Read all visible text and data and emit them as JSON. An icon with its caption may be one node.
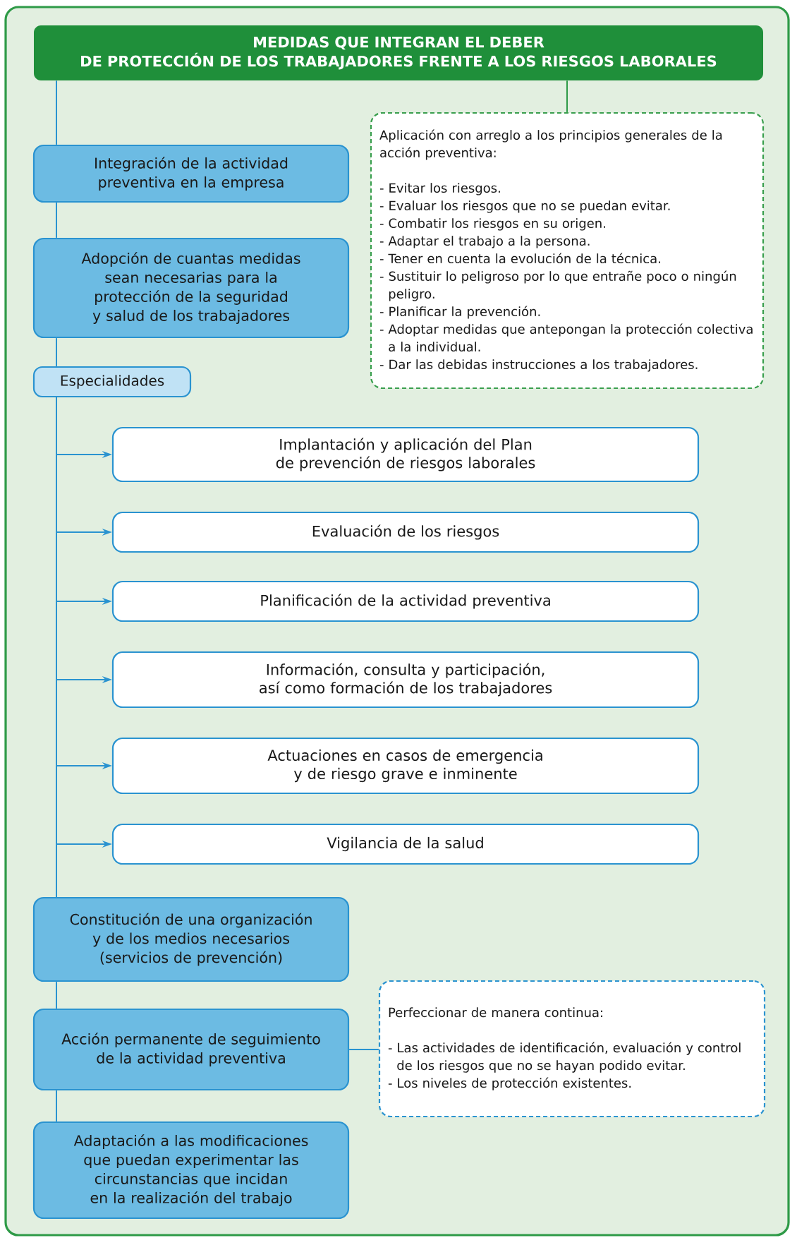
{
  "diagram": {
    "nodes": [
      {
        "text": [
          "MEDIDAS QUE INTEGRAN EL DEBER DE PROTECCIÓN DE LOS TRABAJADORES FRENTE A LOS RIESGOS LABORALES"
        ]
      },
      {
        "text": [
          "Integración de la actividad preventiva en la empresa"
        ]
      },
      {
        "text": [
          "Aplicación con arreglo a los principios generales de la acción preventiva:",
          "- Evitar los riesgos.",
          "- Evaluar los riesgos que no se puedan evitar.",
          "- Combatir los riesgos en su origen.",
          "- Adaptar el trabajo a la persona.",
          "- Tener en cuenta la evolución de la técnica.",
          "- Sustituir lo peligroso por lo que entrañe poco o ningún peligro.",
          "- Planificar la prevención.",
          "- Adoptar medidas que antepongan la protección colectiva a la individual.",
          "- Dar las debidas instrucciones a los trabajadores."
        ]
      },
      {
        "text": [
          "Adopción de cuantas medidas sean necesarias para la protección de la seguridad y salud de los trabajadores"
        ]
      },
      {
        "text": [
          "Especialidades"
        ]
      },
      {
        "text": [
          "Implantación y aplicación del Plan de prevención de riesgos laborales"
        ]
      },
      {
        "text": [
          "Evaluación de los riesgos"
        ]
      },
      {
        "text": [
          "Planificación de la actividad preventiva"
        ]
      },
      {
        "text": [
          "Información, consulta y participación, así como formación de los trabajadores"
        ]
      },
      {
        "text": [
          "Actuaciones en casos de emergencia y de riesgo grave e inminente"
        ]
      },
      {
        "text": [
          "Vigilancia de la salud"
        ]
      },
      {
        "text": [
          "Constitución de una organización y de los medios necesarios (servicios de prevención)"
        ]
      },
      {
        "text": [
          "Acción permanente de seguimiento de la actividad preventiva"
        ]
      },
      {
        "text": [
          "Perfeccionar de manera continua:",
          "- Las actividades de identificación, evaluación y control de los riesgos que no se hayan podido evitar.",
          "- Los niveles de protección existentes."
        ]
      },
      {
        "text": [
          "Adaptación a las modificaciones que puedan experimentar las circunstancias que incidan en la realización del trabajo"
        ]
      }
    ],
    "edges": [
      {
        "from": 0,
        "to": 1,
        "arrow": "none"
      },
      {
        "from": 1,
        "to": 3,
        "arrow": "none"
      },
      {
        "from": 3,
        "to": 4,
        "arrow": "none"
      },
      {
        "from": 4,
        "to": 11,
        "arrow": "none"
      },
      {
        "from": 4,
        "to": 5,
        "arrow": "to"
      },
      {
        "from": 4,
        "to": 6,
        "arrow": "to"
      },
      {
        "from": 4,
        "to": 7,
        "arrow": "to"
      },
      {
        "from": 4,
        "to": 8,
        "arrow": "to"
      },
      {
        "from": 4,
        "to": 9,
        "arrow": "to"
      },
      {
        "from": 4,
        "to": 10,
        "arrow": "to"
      },
      {
        "from": 11,
        "to": 12,
        "arrow": "none"
      },
      {
        "from": 12,
        "to": 14,
        "arrow": "none"
      },
      {
        "from": 0,
        "to": 2,
        "arrow": "none",
        "color": "#2e9a47"
      },
      {
        "from": 12,
        "to": 13,
        "arrow": "none"
      }
    ]
  }
}
